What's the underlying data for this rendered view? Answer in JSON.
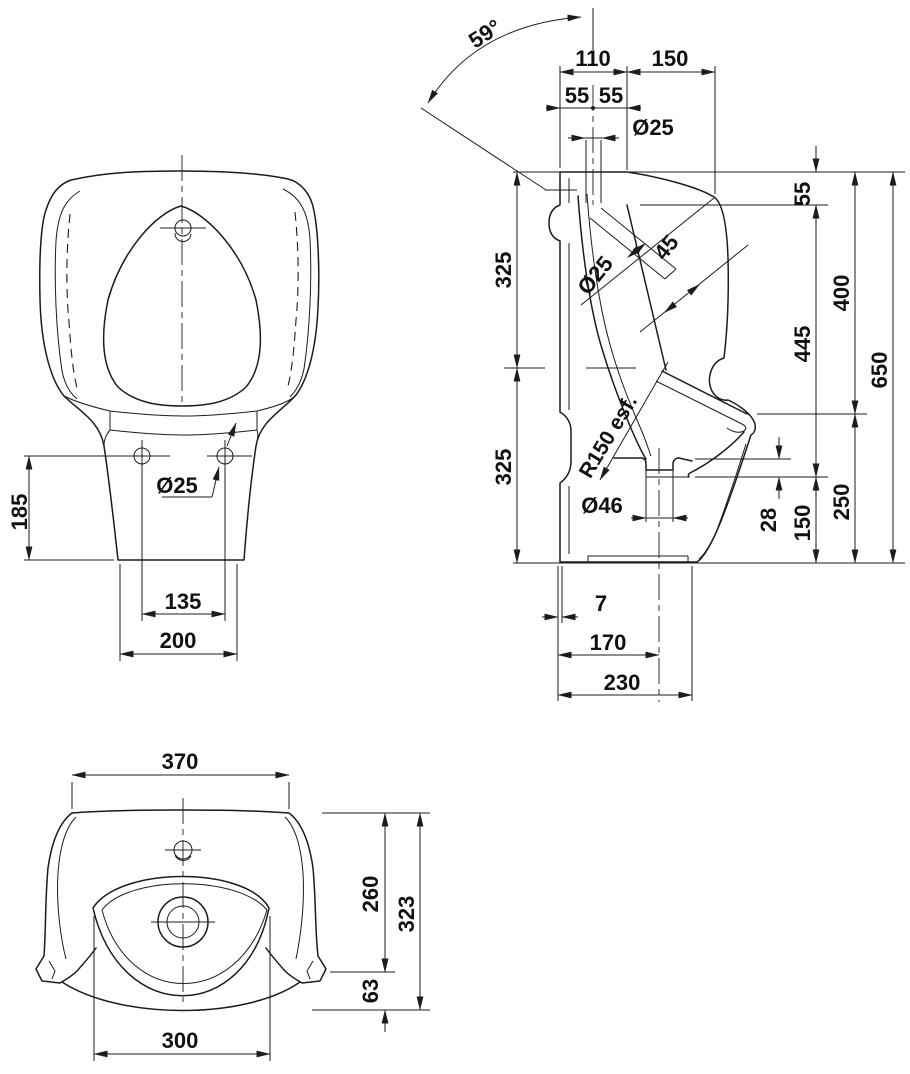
{
  "labels": {
    "front": {
      "h185": "185",
      "hole_dia": "Ø25",
      "d135": "135",
      "d200": "200"
    },
    "side": {
      "angle": "59°",
      "d110": "110",
      "d150_top": "150",
      "d55_left": "55",
      "d55_right": "55",
      "inlet_dia": "Ø25",
      "d55_back": "55",
      "spud_dia": "Ø25",
      "d45": "45",
      "radius": "R150 esf.",
      "d325_upper": "325",
      "d325_lower": "325",
      "d400": "400",
      "d445": "445",
      "d650": "650",
      "outlet_dia": "Ø46",
      "d28": "28",
      "d150_bottom": "150",
      "d250": "250",
      "d7": "7",
      "d170": "170",
      "d230": "230"
    },
    "plan": {
      "d370": "370",
      "d260": "260",
      "d323": "323",
      "d63": "63",
      "d300": "300"
    }
  }
}
